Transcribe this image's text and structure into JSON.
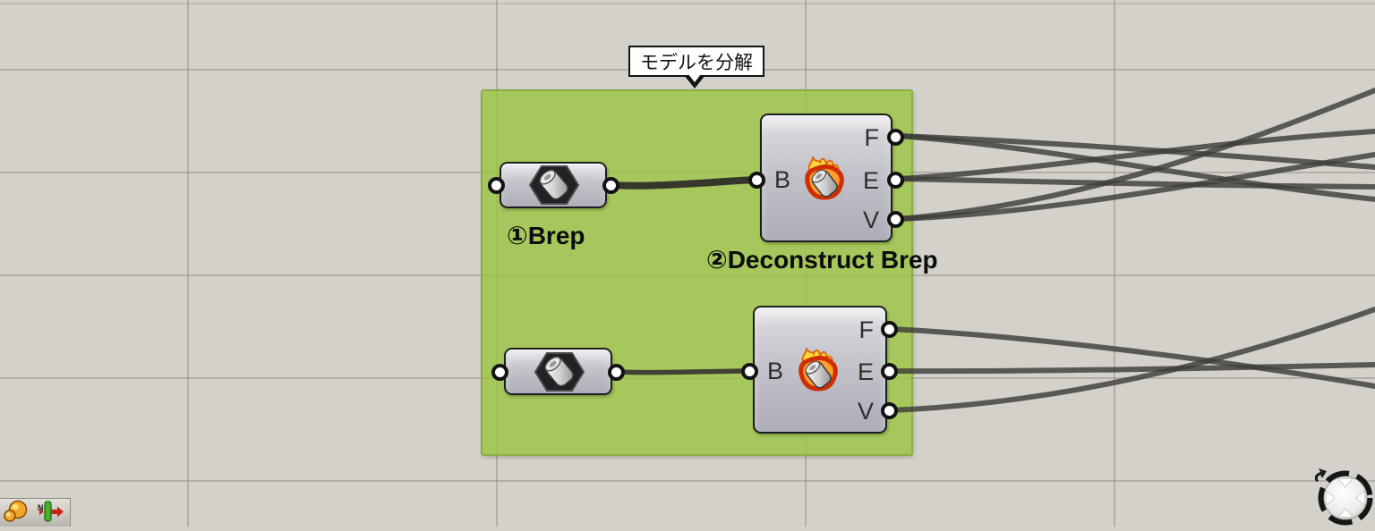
{
  "app": "grasshopper-canvas",
  "colors": {
    "canvas_bg": "#d4d1ca",
    "grid_line": "#b5b2a9",
    "group_green": "#a9ca69",
    "wire": "#3e3d38",
    "component_border": "#1d1d1f",
    "flame_orange": "#ff9e2c",
    "flame_red_outline": "#cf2f00",
    "flame_yellow": "#ffd93b"
  },
  "callout": {
    "text": "モデルを分解"
  },
  "nodes": {
    "brep_top": {
      "label": "①Brep",
      "icon": "brep-hexagon"
    },
    "brep_bottom": {
      "label": "",
      "icon": "brep-hexagon"
    },
    "deconstruct_top": {
      "label": "②Deconstruct Brep",
      "input": "B",
      "outputs": [
        "F",
        "E",
        "V"
      ],
      "icon": "deconstruct-brep-fire"
    },
    "deconstruct_bottom": {
      "label": "",
      "input": "B",
      "outputs": [
        "F",
        "E",
        "V"
      ],
      "icon": "deconstruct-brep-fire"
    }
  },
  "widgets": {
    "navball": "canvas-navigation-sphere",
    "toolbar_icons": [
      "spheres-icon",
      "axis-n-icon"
    ]
  }
}
